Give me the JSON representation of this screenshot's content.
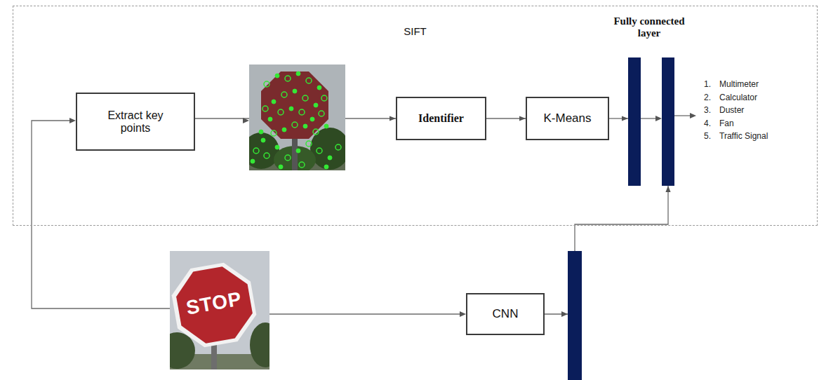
{
  "diagram": {
    "nodes": [
      {
        "text": [
          "SIFT"
        ]
      },
      {
        "text": [
          "Extract key points"
        ],
        "in": 0
      },
      {
        "text": [
          "Identifier"
        ],
        "in": 0
      },
      {
        "text": [
          "K-Means"
        ],
        "in": 0
      },
      {
        "text": [
          "Fully connected layer"
        ],
        "in": 0
      },
      {
        "text": [
          "CNN"
        ]
      }
    ],
    "edges": [
      {
        "from": 1,
        "to": 2,
        "arrow": "to"
      },
      {
        "from": 2,
        "to": 3,
        "arrow": "to"
      },
      {
        "from": 3,
        "to": 4,
        "arrow": "to"
      },
      {
        "from": 5,
        "to": 4,
        "arrow": "to"
      }
    ],
    "labels": [
      "1.",
      "Multimeter",
      "2.",
      "Calculator",
      "3.",
      "Duster",
      "4.",
      "Fan",
      "5.",
      "Traffic Signal",
      "STOP"
    ]
  }
}
